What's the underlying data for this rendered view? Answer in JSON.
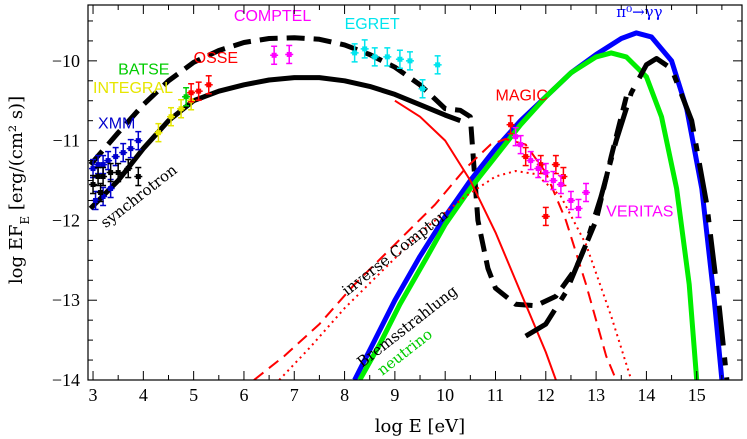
{
  "chart_data": {
    "type": "line",
    "xlabel": "log E [eV]",
    "ylabel": "log EF",
    "ylabel_sub": "E",
    "ylabel_tail": " [erg/(cm² s)]",
    "xlim": [
      2.9,
      15.9
    ],
    "ylim": [
      -14,
      -9.3
    ],
    "x_ticks": [
      3,
      4,
      5,
      6,
      7,
      8,
      9,
      10,
      11,
      12,
      13,
      14,
      15
    ],
    "y_ticks": [
      -14,
      -13,
      -12,
      -11,
      -10
    ],
    "series": [
      {
        "key": "synchrotron",
        "color": "#000000",
        "style": "solid",
        "width": 5,
        "points": [
          [
            2.95,
            -11.85
          ],
          [
            3.5,
            -11.5
          ],
          [
            4,
            -11.1
          ],
          [
            4.5,
            -10.75
          ],
          [
            5,
            -10.5
          ],
          [
            5.5,
            -10.38
          ],
          [
            6,
            -10.3
          ],
          [
            6.5,
            -10.24
          ],
          [
            7,
            -10.21
          ],
          [
            7.5,
            -10.21
          ],
          [
            8,
            -10.25
          ],
          [
            8.5,
            -10.32
          ],
          [
            9,
            -10.42
          ],
          [
            9.5,
            -10.55
          ],
          [
            10,
            -10.68
          ],
          [
            10.3,
            -10.75
          ]
        ]
      },
      {
        "key": "total-dashed",
        "color": "#000000",
        "style": "dashed",
        "width": 5,
        "points": [
          [
            2.95,
            -11.3
          ],
          [
            3.5,
            -10.9
          ],
          [
            4,
            -10.55
          ],
          [
            4.5,
            -10.25
          ],
          [
            5,
            -10.02
          ],
          [
            5.5,
            -9.87
          ],
          [
            6,
            -9.77
          ],
          [
            6.5,
            -9.72
          ],
          [
            7,
            -9.71
          ],
          [
            7.5,
            -9.73
          ],
          [
            8,
            -9.8
          ],
          [
            8.5,
            -9.92
          ],
          [
            9,
            -10.08
          ],
          [
            9.5,
            -10.3
          ],
          [
            10,
            -10.6
          ],
          [
            10.3,
            -10.62
          ],
          [
            10.5,
            -10.7
          ],
          [
            10.65,
            -12
          ],
          [
            10.85,
            -12.6
          ],
          [
            11,
            -12.85
          ],
          [
            11.4,
            -13.05
          ],
          [
            11.8,
            -13.07
          ],
          [
            12.2,
            -12.95
          ],
          [
            12.6,
            -12.6
          ],
          [
            13,
            -12.0
          ],
          [
            13.3,
            -11.2
          ],
          [
            13.6,
            -10.45
          ]
        ]
      },
      {
        "key": "pion-decay",
        "color": "#0000ff",
        "style": "solid",
        "width": 5,
        "points": [
          [
            8.2,
            -14
          ],
          [
            8.6,
            -13.5
          ],
          [
            9,
            -13.0
          ],
          [
            9.5,
            -12.45
          ],
          [
            10,
            -11.95
          ],
          [
            10.5,
            -11.5
          ],
          [
            11,
            -11.1
          ],
          [
            11.5,
            -10.75
          ],
          [
            12,
            -10.45
          ],
          [
            12.5,
            -10.15
          ],
          [
            13,
            -9.92
          ],
          [
            13.5,
            -9.72
          ],
          [
            13.8,
            -9.65
          ],
          [
            14.1,
            -9.7
          ],
          [
            14.5,
            -10.0
          ],
          [
            14.8,
            -10.6
          ],
          [
            15.1,
            -11.6
          ],
          [
            15.35,
            -13
          ],
          [
            15.5,
            -14
          ]
        ]
      },
      {
        "key": "neutrino",
        "color": "#00ee00",
        "style": "solid",
        "width": 5,
        "points": [
          [
            8.3,
            -14
          ],
          [
            8.7,
            -13.55
          ],
          [
            9.1,
            -13.05
          ],
          [
            9.6,
            -12.5
          ],
          [
            10,
            -12.05
          ],
          [
            10.5,
            -11.6
          ],
          [
            11,
            -11.2
          ],
          [
            11.5,
            -10.8
          ],
          [
            12,
            -10.45
          ],
          [
            12.5,
            -10.15
          ],
          [
            13,
            -9.95
          ],
          [
            13.3,
            -9.9
          ],
          [
            13.6,
            -9.95
          ],
          [
            14,
            -10.2
          ],
          [
            14.3,
            -10.7
          ],
          [
            14.6,
            -11.6
          ],
          [
            14.85,
            -12.8
          ],
          [
            15.0,
            -14
          ]
        ]
      },
      {
        "key": "inverse-compton",
        "color": "#ff0000",
        "style": "dashed",
        "width": 2,
        "points": [
          [
            6.2,
            -14
          ],
          [
            6.8,
            -13.7
          ],
          [
            7.5,
            -13.3
          ],
          [
            8.2,
            -12.8
          ],
          [
            9,
            -12.3
          ],
          [
            9.8,
            -11.8
          ],
          [
            10.4,
            -11.35
          ],
          [
            10.9,
            -11.05
          ],
          [
            11.2,
            -10.98
          ],
          [
            11.6,
            -11.05
          ],
          [
            12,
            -11.4
          ],
          [
            12.4,
            -12.0
          ],
          [
            12.8,
            -12.8
          ],
          [
            13.2,
            -13.7
          ],
          [
            13.4,
            -14
          ]
        ]
      },
      {
        "key": "bremsstrahlung",
        "color": "#ff0000",
        "style": "dotted",
        "width": 2,
        "points": [
          [
            6.7,
            -14
          ],
          [
            7.3,
            -13.6
          ],
          [
            8,
            -13.1
          ],
          [
            8.8,
            -12.6
          ],
          [
            9.6,
            -12.1
          ],
          [
            10.4,
            -11.7
          ],
          [
            11,
            -11.45
          ],
          [
            11.4,
            -11.38
          ],
          [
            11.8,
            -11.42
          ],
          [
            12.3,
            -11.7
          ],
          [
            12.8,
            -12.3
          ],
          [
            13.3,
            -13.2
          ],
          [
            13.7,
            -14
          ]
        ]
      },
      {
        "key": "red-solid",
        "color": "#ff0000",
        "style": "solid",
        "width": 2,
        "points": [
          [
            9,
            -10.5
          ],
          [
            9.5,
            -10.7
          ],
          [
            10,
            -11.0
          ],
          [
            10.5,
            -11.5
          ],
          [
            11,
            -12.15
          ],
          [
            11.5,
            -12.9
          ],
          [
            12,
            -13.65
          ],
          [
            12.2,
            -14
          ]
        ]
      },
      {
        "key": "black-high",
        "color": "#000000",
        "style": "dashdot",
        "width": 5,
        "points": [
          [
            11.6,
            -13.45
          ],
          [
            12,
            -13.3
          ],
          [
            12.4,
            -12.9
          ],
          [
            12.8,
            -12.3
          ],
          [
            13.1,
            -11.7
          ],
          [
            13.4,
            -11.0
          ],
          [
            13.7,
            -10.4
          ],
          [
            14,
            -10.05
          ],
          [
            14.2,
            -9.97
          ],
          [
            14.5,
            -10.1
          ],
          [
            14.9,
            -10.75
          ],
          [
            15.2,
            -11.8
          ],
          [
            15.45,
            -13.1
          ],
          [
            15.6,
            -14
          ]
        ]
      }
    ],
    "datasets": [
      {
        "key": "xmm",
        "color": "#0000cc",
        "points": [
          [
            3,
            -11.35
          ],
          [
            3.1,
            -11.3
          ],
          [
            3.2,
            -11.3
          ],
          [
            3.3,
            -11.25
          ],
          [
            3.45,
            -11.2
          ],
          [
            3.6,
            -11.15
          ],
          [
            3.75,
            -11.1
          ],
          [
            3.9,
            -11.0
          ],
          [
            3.05,
            -11.75
          ],
          [
            3.2,
            -11.7
          ],
          [
            3.35,
            -11.6
          ]
        ]
      },
      {
        "key": "black-xray",
        "color": "#000000",
        "points": [
          [
            3.0,
            -11.55
          ],
          [
            3.1,
            -11.45
          ],
          [
            3.2,
            -11.45
          ],
          [
            3.35,
            -11.4
          ],
          [
            3.5,
            -11.4
          ],
          [
            3.7,
            -11.35
          ],
          [
            3.9,
            -11.45
          ],
          [
            3.15,
            -11.65
          ]
        ]
      },
      {
        "key": "integral",
        "color": "#e6e600",
        "points": [
          [
            4.3,
            -10.9
          ],
          [
            4.55,
            -10.7
          ],
          [
            4.75,
            -10.6
          ],
          [
            4.95,
            -10.5
          ]
        ]
      },
      {
        "key": "batse",
        "color": "#00cc00",
        "points": [
          [
            4.85,
            -10.45
          ]
        ]
      },
      {
        "key": "osse",
        "color": "#ff0000",
        "points": [
          [
            4.95,
            -10.4
          ],
          [
            5.1,
            -10.38
          ],
          [
            5.3,
            -10.3
          ]
        ]
      },
      {
        "key": "comptel",
        "color": "#ff00ff",
        "points": [
          [
            6.6,
            -9.93
          ],
          [
            6.9,
            -9.92
          ]
        ]
      },
      {
        "key": "egret",
        "color": "#00e5ee",
        "points": [
          [
            8.2,
            -9.9
          ],
          [
            8.4,
            -9.85
          ],
          [
            8.6,
            -9.95
          ],
          [
            8.85,
            -9.95
          ],
          [
            9.1,
            -9.98
          ],
          [
            9.3,
            -10.0
          ],
          [
            9.55,
            -10.35
          ],
          [
            9.85,
            -10.05
          ]
        ]
      },
      {
        "key": "magic",
        "color": "#ff0000",
        "points": [
          [
            11.3,
            -10.8
          ],
          [
            11.6,
            -11.2
          ],
          [
            11.9,
            -11.3
          ],
          [
            12.0,
            -11.95
          ],
          [
            12.2,
            -11.3
          ],
          [
            12.35,
            -11.45
          ]
        ]
      },
      {
        "key": "veritas",
        "color": "#ff00ff",
        "points": [
          [
            11.4,
            -10.95
          ],
          [
            11.5,
            -11.05
          ],
          [
            11.7,
            -11.25
          ],
          [
            11.85,
            -11.35
          ],
          [
            12.0,
            -11.4
          ],
          [
            12.15,
            -11.5
          ],
          [
            12.3,
            -11.55
          ],
          [
            12.5,
            -11.75
          ],
          [
            12.65,
            -11.85
          ],
          [
            12.8,
            -11.65
          ]
        ]
      }
    ],
    "labels": [
      {
        "key": "label-xmm",
        "text": "XMM",
        "x": 3.1,
        "y": -10.85,
        "color": "#0000cc",
        "cls": "lbl"
      },
      {
        "key": "label-integral",
        "text": "INTEGRAL",
        "x": 3.0,
        "y": -10.4,
        "color": "#e6e600",
        "cls": "lbl"
      },
      {
        "key": "label-batse",
        "text": "BATSE",
        "x": 3.5,
        "y": -10.17,
        "color": "#00cc00",
        "cls": "lbl"
      },
      {
        "key": "label-osse",
        "text": "OSSE",
        "x": 5.0,
        "y": -10.03,
        "color": "#ff0000",
        "cls": "lbl"
      },
      {
        "key": "label-comptel",
        "text": "COMPTEL",
        "x": 5.8,
        "y": -9.5,
        "color": "#ff00ff",
        "cls": "lbl"
      },
      {
        "key": "label-egret",
        "text": "EGRET",
        "x": 8.0,
        "y": -9.6,
        "color": "#00e5ee",
        "cls": "lbl"
      },
      {
        "key": "label-magic",
        "text": "MAGIC",
        "x": 11.0,
        "y": -10.5,
        "color": "#ff0000",
        "cls": "lbl"
      },
      {
        "key": "label-veritas",
        "text": "VERITAS",
        "x": 13.2,
        "y": -11.95,
        "color": "#ff00ff",
        "cls": "lbl"
      },
      {
        "key": "label-pion",
        "text": "π⁰→γγ",
        "x": 13.4,
        "y": -9.45,
        "color": "#0000ff",
        "cls": "curvelbl"
      }
    ],
    "rotated_labels": [
      {
        "key": "label-synchrotron",
        "text": "synchrotron",
        "x": 3.25,
        "y": -12.1,
        "angle": -38,
        "color": "#000000"
      },
      {
        "key": "label-inverse-compton",
        "text": "inverse Compton",
        "x": 8.05,
        "y": -12.95,
        "angle": -38,
        "color": "#000000"
      },
      {
        "key": "label-bremsstrahlung",
        "text": "Bremsstrahlung",
        "x": 8.35,
        "y": -13.85,
        "angle": -38,
        "color": "#000000"
      },
      {
        "key": "label-neutrino",
        "text": "neutrino",
        "x": 8.75,
        "y": -13.95,
        "angle": -38,
        "color": "#00cc00"
      }
    ]
  }
}
